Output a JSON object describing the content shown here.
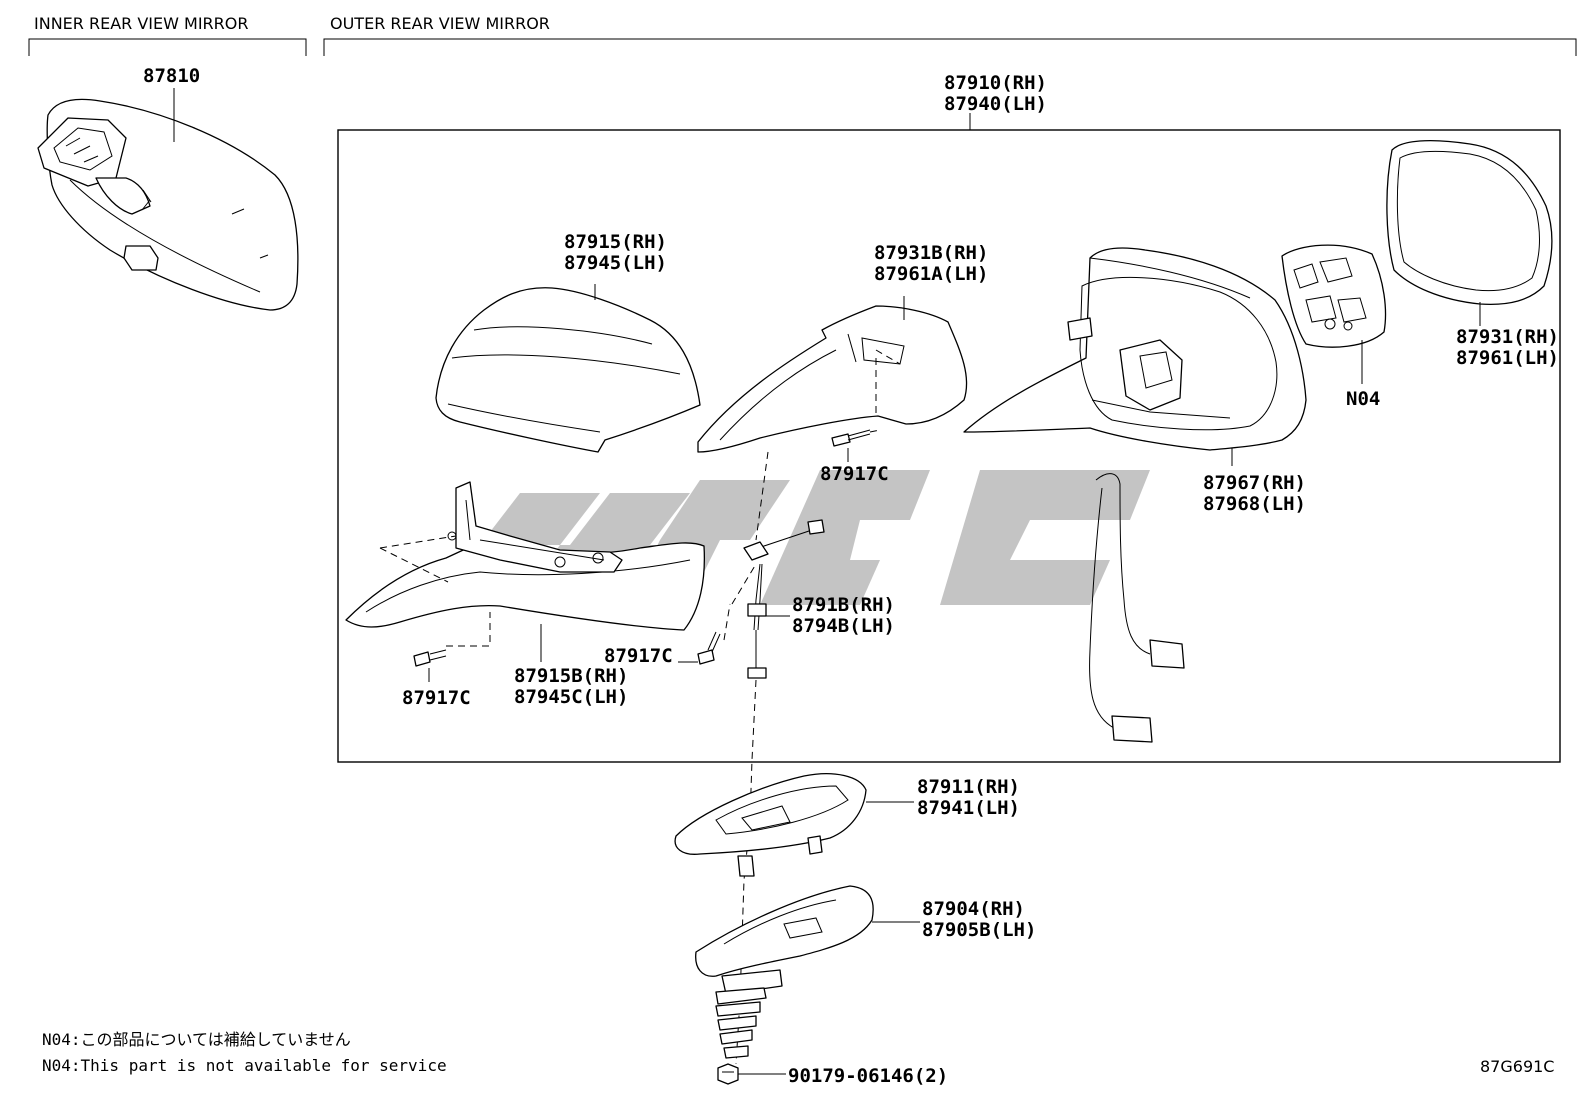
{
  "sections": {
    "inner": "INNER REAR VIEW MIRROR",
    "outer": "OUTER REAR VIEW MIRROR"
  },
  "parts": {
    "p87810": "87810",
    "p87910": "87910(RH)",
    "p87940": "87940(LH)",
    "p87915": "87915(RH)",
    "p87945": "87945(LH)",
    "p87931B": "87931B(RH)",
    "p87961A": "87961A(LH)",
    "p87931": "87931(RH)",
    "p87961": "87961(LH)",
    "n04": "N04",
    "p87967": "87967(RH)",
    "p87968": "87968(LH)",
    "p87917c_a": "87917C",
    "p8791B": "8791B(RH)",
    "p8794B": "8794B(LH)",
    "p87917c_b": "87917C",
    "p87917c_c": "87917C",
    "p87915B": "87915B(RH)",
    "p87945C": "87945C(LH)",
    "p87911": "87911(RH)",
    "p87941": "87941(LH)",
    "p87904": "87904(RH)",
    "p87905B": "87905B(LH)",
    "p90179": "90179-06146(2)"
  },
  "notes": {
    "jp": "N04:この部品については補給していません",
    "en": "N04:This part is not available for service"
  },
  "diagram_code": "87G691C",
  "colors": {
    "line": "#000000",
    "background": "#ffffff",
    "watermark": "#b3b3b3"
  }
}
